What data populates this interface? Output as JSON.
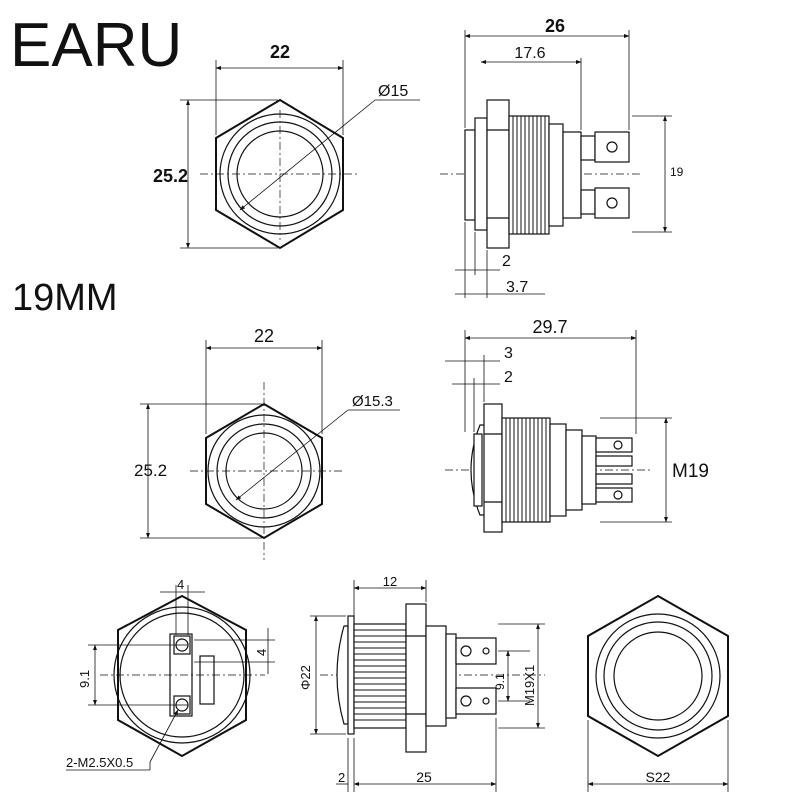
{
  "brand": "EARU",
  "size_label": "19MM",
  "view1": {
    "width": "22",
    "height": "25.2",
    "diameter": "Ø15"
  },
  "view2": {
    "length": "26",
    "body": "17.6",
    "terminal": "19",
    "flange": "2",
    "head": "3.7"
  },
  "view3": {
    "width": "22",
    "height": "25.2",
    "diameter": "Ø15.3"
  },
  "view4": {
    "length": "29.7",
    "head": "3",
    "flange": "2",
    "thread": "M19"
  },
  "view5": {
    "top": "4",
    "right": "4",
    "pitch": "9.1",
    "screw": "2-M2.5X0.5"
  },
  "view6": {
    "top": "12",
    "diameter": "Φ22",
    "pitch": "9.1",
    "thread": "M19X1",
    "flange": "2",
    "length": "25"
  },
  "view7": {
    "hex": "S22"
  },
  "colors": {
    "line": "#111111",
    "background": "#ffffff"
  }
}
